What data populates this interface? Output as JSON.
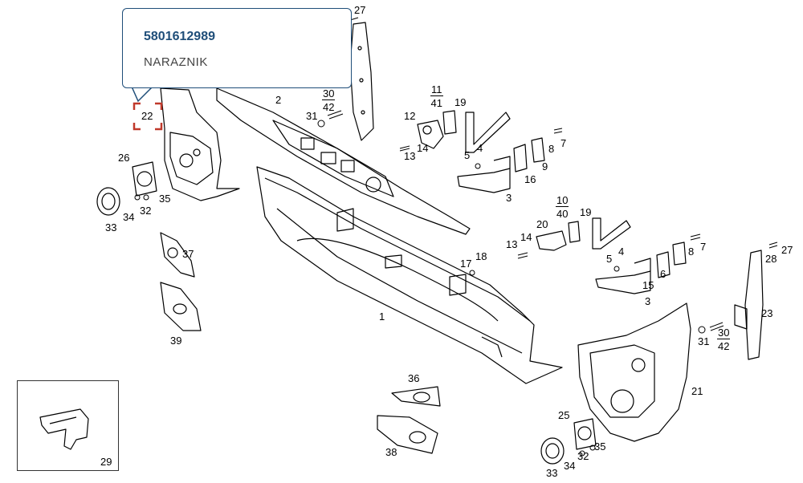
{
  "popup": {
    "part_number": "5801612989",
    "part_name": "NARAZNIK"
  },
  "highlight": {
    "label": "22",
    "color": "#c0392b"
  },
  "accent": {
    "popup_border": "#1f4e79",
    "popup_text": "#1f4e79"
  },
  "labels": [
    "27",
    "2",
    "31",
    "23",
    "22",
    "26",
    "35",
    "32",
    "34",
    "33",
    "37",
    "39",
    "11",
    "41",
    "19",
    "12",
    "14",
    "13",
    "5",
    "4",
    "3",
    "16",
    "9",
    "8",
    "7",
    "1",
    "10",
    "40",
    "20",
    "17",
    "18",
    "6",
    "15",
    "28",
    "36",
    "25",
    "21",
    "38",
    "29"
  ],
  "fractions": [
    {
      "num": "30",
      "den": "42"
    },
    {
      "num": "11",
      "den": "41"
    },
    {
      "num": "10",
      "den": "40"
    },
    {
      "num": "30",
      "den": "42"
    }
  ]
}
